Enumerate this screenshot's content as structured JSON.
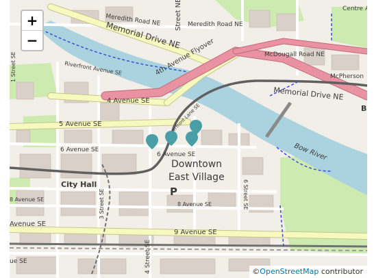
{
  "zoom": {
    "in_label": "+",
    "out_label": "−"
  },
  "attribution": {
    "prefix": "©",
    "link": "OpenStreetMap",
    "suffix": " contributor"
  },
  "labels": {
    "centre_av": "Centre Av",
    "meredith_road_1": "Meredith Road NE",
    "meredith_road_2": "Meredith Road NE",
    "memorial_drive_1": "Memorial Drive NE",
    "memorial_drive_2": "Memorial Drive NE",
    "ave4_flyover": "4th Avenue Flyover",
    "mcdougall_road": "McDougall Road NE",
    "mcpherson": "McPherson",
    "riverfront_ave": "Riverfront Avenue SE",
    "street_1": "1 Street SE",
    "street_ne": "Street NE",
    "ave4": "4 Avenue SE",
    "ave5": "5 Avenue SE",
    "ave6_west": "6 Avenue SE",
    "ave6_east": "6 Avenue SE",
    "riverfront_lane": "Riverfront Lane SE",
    "bow_river": "Bow River",
    "downtown_1": "Downtown",
    "downtown_2": "East Village",
    "city_hall": "City Hall",
    "ave8_west": "8 Avenue SE",
    "ave8_east": "8 Avenue SE",
    "street_3": "3 Street SE",
    "street_6": "6 Street SE",
    "ave9": "9 Avenue SE",
    "avenue_se_left": "Avenue SE",
    "ue_se": "ue SE",
    "street_4": "4 Street SE",
    "parking": "P",
    "b_letter": "B"
  },
  "markers": [
    {
      "name": "marker-1",
      "icon": "map-pin-icon",
      "color": "#4a9ea6"
    },
    {
      "name": "marker-2",
      "icon": "map-pin-icon",
      "color": "#4a9ea6"
    },
    {
      "name": "marker-3",
      "icon": "map-pin-icon",
      "color": "#4a9ea6"
    },
    {
      "name": "marker-4",
      "icon": "map-pin-icon",
      "color": "#4a9ea6"
    }
  ],
  "colors": {
    "river": "#aad3df",
    "park": "#cdebb0",
    "flyover": "#e892a2",
    "primary_road": "#f7fabf",
    "rail": "#707070",
    "path": "#3b4cd6",
    "marker": "#4a9ea6"
  }
}
